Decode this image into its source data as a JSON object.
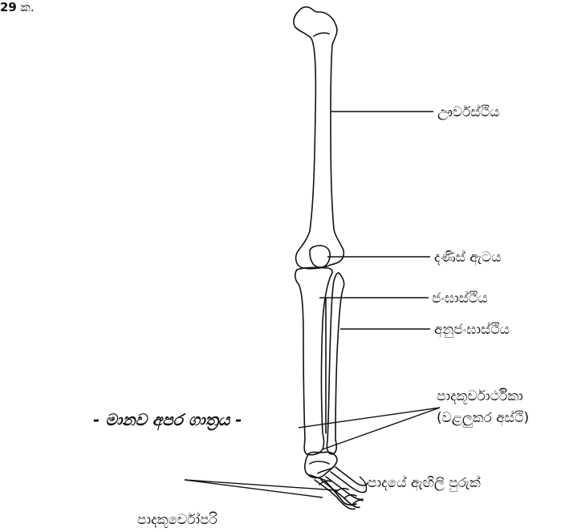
{
  "figure": {
    "number": "29",
    "number_suffix": "ක."
  },
  "caption": "- මානව අපර ගාත්‍රය -",
  "labels": {
    "femur": "ඌර්වස්ථිය",
    "knee_cap": "දණිස් ඇටය",
    "tibia": "ජංඝාස්ථිය",
    "fibula": "අනුජංඝාස්ථිය",
    "tarsals_line1": "පාදකූර්චාර්ථිකා",
    "tarsals_line2": "(වළලුකර අස්ථි)",
    "phalanges": "පාදයේ ඇඟිලි පුරුක්",
    "metatarsals": "පාදකූර්චෝපරි"
  },
  "colors": {
    "ink": "#111111",
    "background": "#ffffff"
  }
}
